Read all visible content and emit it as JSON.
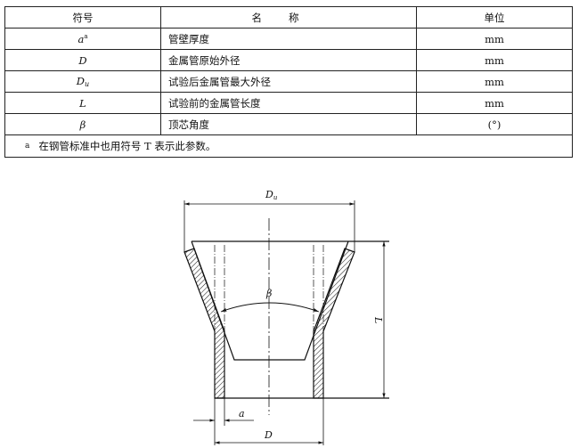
{
  "table": {
    "headers": {
      "symbol": "符号",
      "name": "名称",
      "unit": "单位"
    },
    "rows": [
      {
        "symbol": "a",
        "symbol_sup": "a",
        "symbol_sub": "",
        "name": "管壁厚度",
        "unit": "mm"
      },
      {
        "symbol": "D",
        "symbol_sup": "",
        "symbol_sub": "",
        "name": "金属管原始外径",
        "unit": "mm"
      },
      {
        "symbol": "D",
        "symbol_sup": "",
        "symbol_sub": "u",
        "name": "试验后金属管最大外径",
        "unit": "mm"
      },
      {
        "symbol": "L",
        "symbol_sup": "",
        "symbol_sub": "",
        "name": "试验前的金属管长度",
        "unit": "mm"
      },
      {
        "symbol": "β",
        "symbol_sup": "",
        "symbol_sub": "",
        "name": "顶芯角度",
        "unit": "(°)"
      }
    ],
    "footnote": {
      "mark": "a",
      "text": "在钢管标准中也用符号 T 表示此参数。"
    }
  },
  "figure": {
    "labels": {
      "du": "D",
      "du_sub": "u",
      "beta": "β",
      "l": "L",
      "a": "a",
      "d": "D"
    },
    "colors": {
      "line": "#111111",
      "background": "#ffffff"
    }
  }
}
